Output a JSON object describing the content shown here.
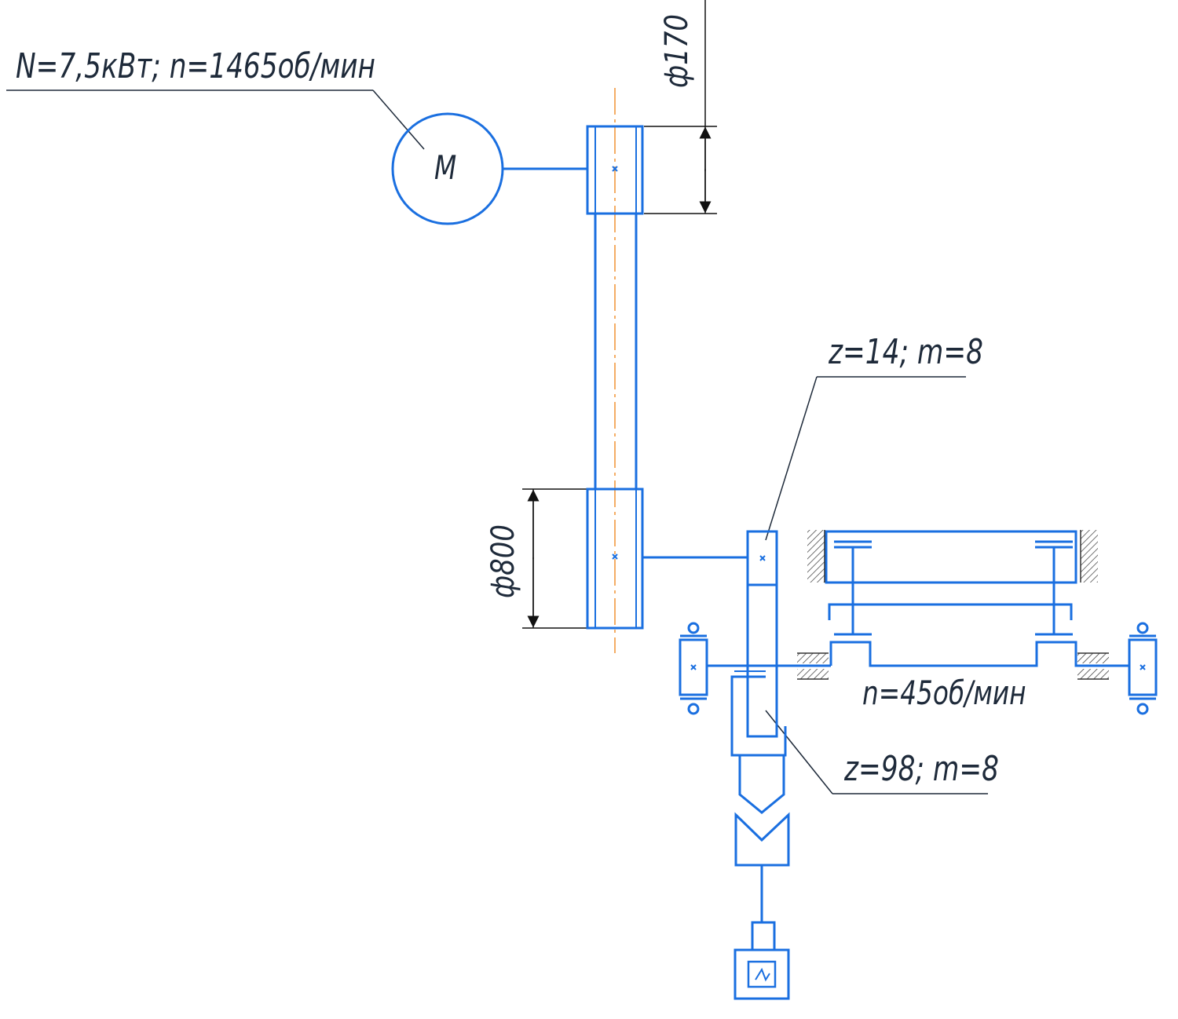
{
  "colors": {
    "scheme": "#1a6fe0",
    "leader": "#1e2a3a",
    "axis": "#f08a24",
    "background": "#ffffff"
  },
  "labels": {
    "motor_spec": "N=7,5кВт; n=1465об/мин",
    "motor_symbol": "M",
    "pulley_small_dia": "ф170",
    "pulley_large_dia": "ф800",
    "pinion": "z=14; m=8",
    "gear": "z=98; m=8",
    "output_speed": "n=45об/мин"
  }
}
